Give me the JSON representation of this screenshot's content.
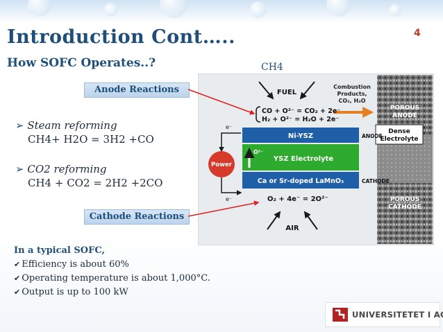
{
  "slide": {
    "title": "Introduction Cont…..",
    "subtitle": "How SOFC Operates..?",
    "slide_number": "4",
    "ch4_label": "CH4"
  },
  "labels": {
    "anode": "Anode Reactions",
    "cathode": "Cathode Reactions"
  },
  "reactions": [
    {
      "bullet": "➢",
      "name": "Steam reforming",
      "equation": "CH4+ H2O = 3H2 +CO"
    },
    {
      "bullet": "➢",
      "name": "CO2 reforming",
      "equation": "CH4 + CO2 = 2H2 +2CO"
    }
  ],
  "info": {
    "heading": "In a typical SOFC,",
    "check_glyph": "✔",
    "items": [
      "Efficiency is about 60%",
      "Operating temperature is about 1,000°C.",
      "Output is up to 100 kW"
    ]
  },
  "diagram": {
    "fuel": "FUEL",
    "air": "AIR",
    "power": "Power",
    "combustion_line1": "Combustion",
    "combustion_line2": "Products,",
    "combustion_line3": "CO₂, H₂O",
    "anode_eq1": "CO + O²⁻ = CO₂ + 2e⁻",
    "anode_eq2": "H₂ + O²⁻ = H₂O + 2e⁻",
    "anode_layer": "Ni-YSZ",
    "anode_tag": "ANODE",
    "electrolyte_layer": "YSZ Electrolyte",
    "cathode_layer": "Ca or Sr-doped LaMnO₃",
    "cathode_tag": "CATHODE",
    "cathode_eq": "O₂ + 4e⁻ = 2O²⁻",
    "electron": "e⁻",
    "oxide_ion": "O²⁻",
    "micro_porous_anode_1": "POROUS",
    "micro_porous_anode_2": "ANODE",
    "micro_dense_1": "Dense",
    "micro_dense_2": "Electrolyte",
    "micro_porous_cathode_1": "POROUS",
    "micro_porous_cathode_2": "CATHODE"
  },
  "footer": {
    "university": "UNIVERSITETET I AGDER"
  },
  "colors": {
    "title_blue": "#1f4e79",
    "slide_number_red": "#c0392b",
    "anode_blue": "#1f5fa8",
    "electrolyte_green": "#2eaa2e",
    "power_red": "#d63a2a",
    "arrow_red": "#e02020"
  }
}
